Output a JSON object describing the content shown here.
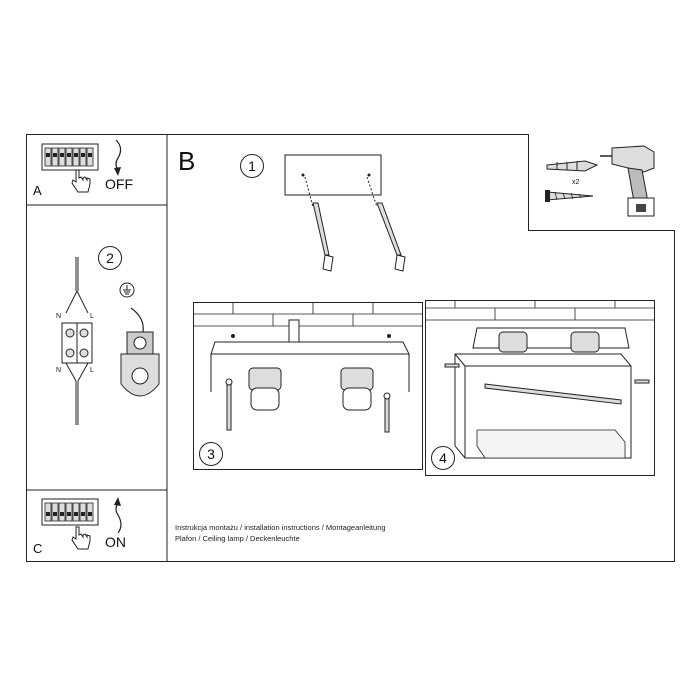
{
  "section_a": {
    "letter": "A",
    "switch_label": "OFF"
  },
  "section_b": {
    "letter": "B"
  },
  "section_c": {
    "letter": "C",
    "switch_label": "ON"
  },
  "steps": [
    "1",
    "2",
    "3",
    "4"
  ],
  "step2_terminals": {
    "n": "N",
    "l": "L"
  },
  "tools": {
    "multiplier": "x2"
  },
  "footer": {
    "line1": "Instrukcja montażu / installation instructions / Montageanleitung",
    "line2": "Plafon / Ceiling lamp / Deckenleuchte"
  }
}
